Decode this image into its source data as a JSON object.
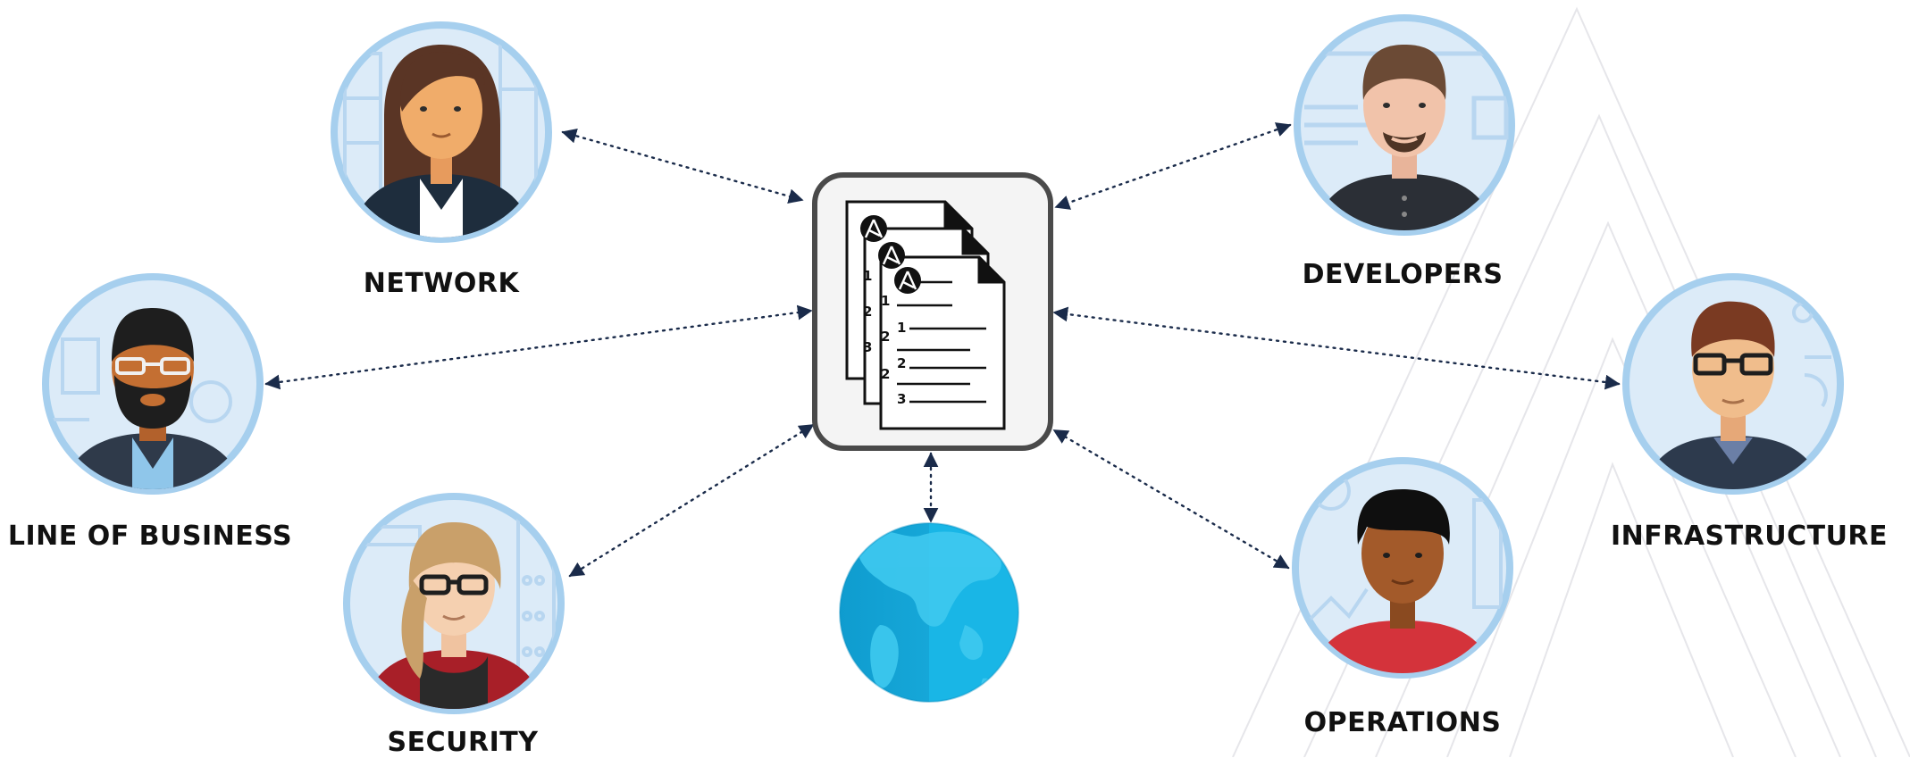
{
  "labels": {
    "network": "NETWORK",
    "line_of_business": "LINE OF BUSINESS",
    "security": "SECURITY",
    "developers": "DEVELOPERS",
    "infrastructure": "INFRASTRUCTURE",
    "operations": "OPERATIONS"
  },
  "playbook_steps": [
    "1",
    "2",
    "3"
  ],
  "colors": {
    "circle_ring": "#a6cfee",
    "circle_bg": "#dcebf8",
    "connector": "#1a2b4a",
    "hub_border": "#4a4a4a",
    "hub_fill": "#f4f4f4",
    "globe": "#16a7d8",
    "globe_land": "#3ec6ef",
    "label_text": "#111111"
  },
  "icons": {
    "hub": "ansible-playbook-documents-icon",
    "globe": "globe-icon"
  }
}
